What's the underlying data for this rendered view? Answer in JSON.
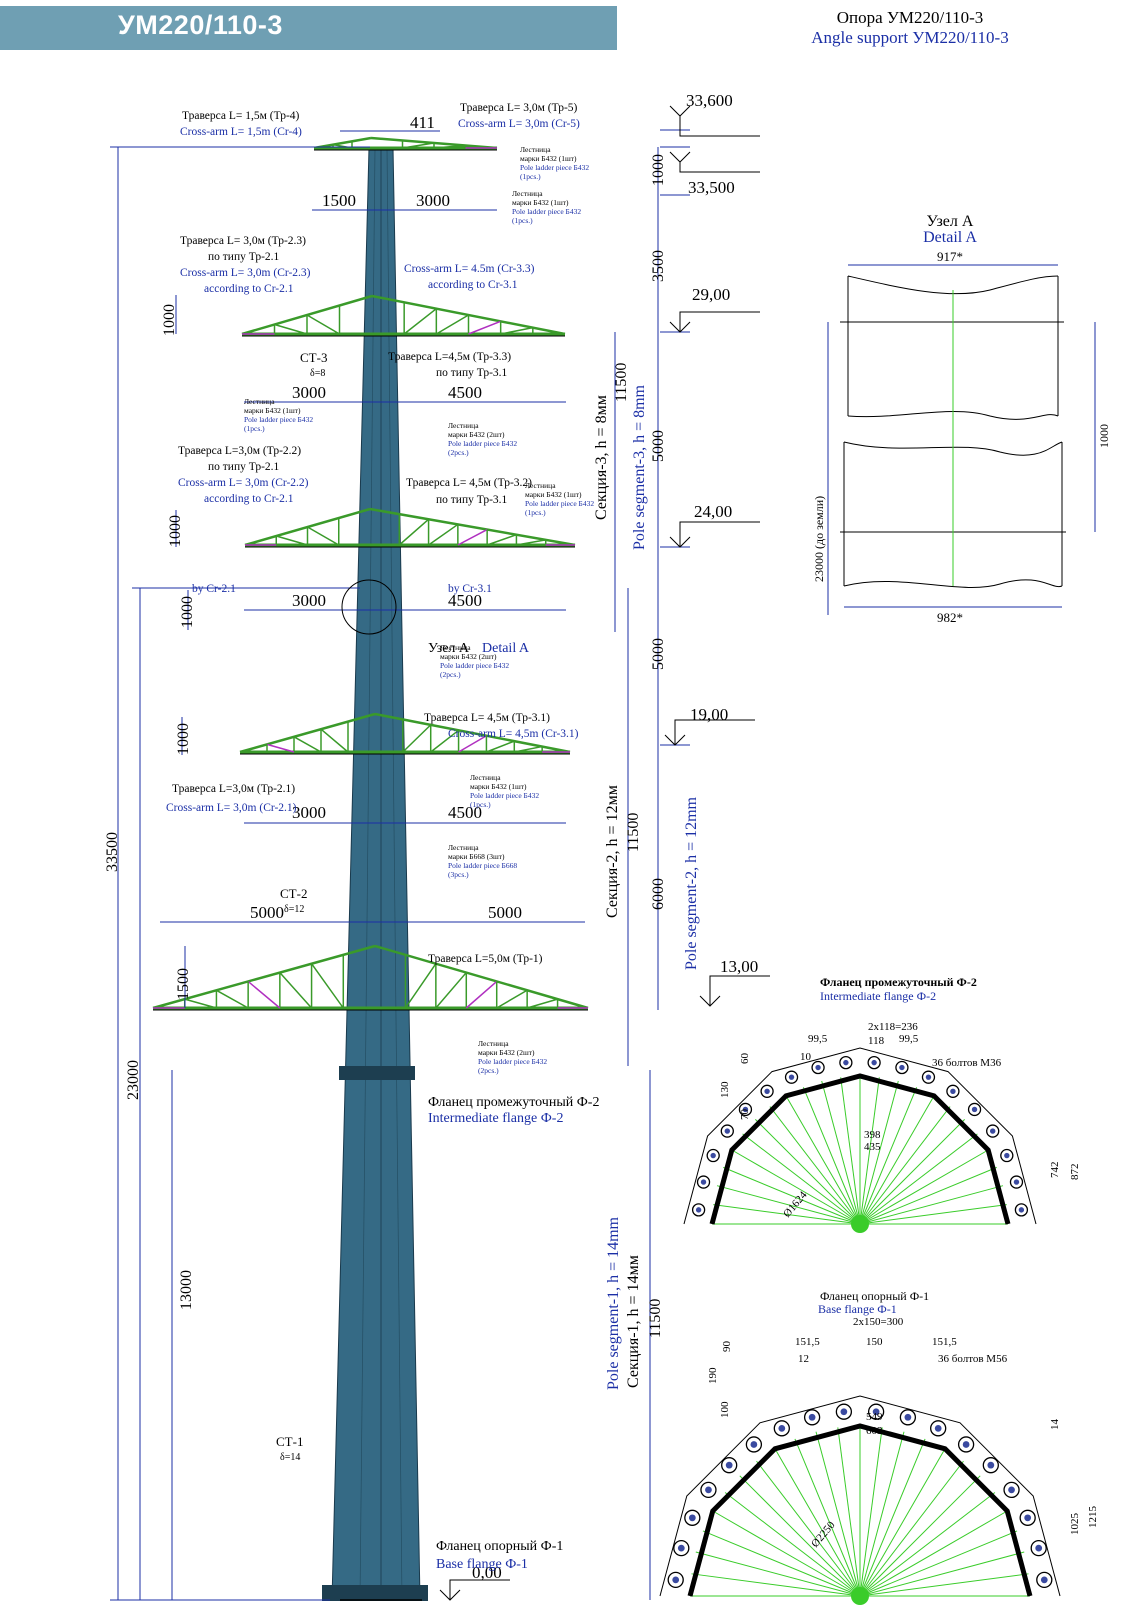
{
  "banner": {
    "title": "УМ220/110-3"
  },
  "header": {
    "ru": "Опора УМ220/110-3",
    "en": "Angle support УМ220/110-3"
  },
  "levels": {
    "l33600": "33,600",
    "l33500": "33,500",
    "l29": "29,00",
    "l24": "24,00",
    "l19": "19,00",
    "l13": "13,00",
    "l0": "0,00"
  },
  "dims": {
    "d411": "411",
    "d1500": "1500",
    "d3000": "3000",
    "d4500": "4500",
    "d5000": "5000",
    "d1000": "1000",
    "d3500": "3500",
    "d6000": "6000",
    "d11500": "11500",
    "d13000": "13000",
    "d23000": "23000",
    "d33500": "33500"
  },
  "crossarms": {
    "tr4_ru": "Траверса  L= 1,5м (Тр-4)",
    "tr4_en": "Cross-arm  L= 1,5m (Cr-4)",
    "tr5_ru": "Траверса  L= 3,0м (Тр-5)",
    "tr5_en": "Cross-arm  L= 3,0m (Cr-5)",
    "tr23_ru": "Траверса  L= 3,0м (Тр-2.3)",
    "tr23_ru2": "по типу Тр-2.1",
    "tr23_en": "Cross-arm  L= 3,0m (Cr-2.3)",
    "tr23_en2": "according to Cr-2.1",
    "tr33_en": "Cross-arm  L= 4.5m (Cr-3.3)",
    "tr33_en2": "according to Cr-3.1",
    "tr33_ru": "Траверса  L=4,5м (Тр-3.3)",
    "tr33_ru2": "по типу Тр-3.1",
    "tr22_ru": "Траверса  L=3,0м (Тр-2.2)",
    "tr22_ru2": "по типу Тр-2.1",
    "tr22_en": "Cross-arm  L= 3,0m (Cr-2.2)",
    "tr22_en2": "according to Cr-2.1",
    "tr32_ru": "Траверса  L= 4,5м (Тр-3.2)",
    "tr32_ru2": "по типу Тр-3.1",
    "by21": "by Cr-2.1",
    "by31": "by Cr-3.1",
    "tr31_ru": "Траверса  L= 4,5м (Тр-3.1)",
    "tr31_en": "Cross-arm  L= 4,5m (Cr-3.1)",
    "tr21_ru": "Траверса  L=3,0м (Тр-2.1)",
    "tr21_en": "Cross-arm  L= 3,0m (Cr-2.1)",
    "tr1_ru": "Траверса  L=5,0м (Тр-1)"
  },
  "ladders": {
    "l1": [
      "Лестница",
      "марки Б432 (1шт)",
      "Pole ladder piece Б432",
      "(1pcs.)"
    ],
    "l2": [
      "Лестница",
      "марки Б432 (2шт)",
      "Pole ladder piece Б432",
      "(2pcs.)"
    ],
    "l3": [
      "Лестница",
      "марки Б668 (3шт)",
      "Pole ladder piece Б668",
      "(3pcs.)"
    ]
  },
  "sections": {
    "s3_ru": "Секция-3, h = 8мм",
    "s3_en": "Pole segment-3, h = 8mm",
    "s2_ru": "Секция-2, h = 12мм",
    "s2_en": "Pole segment-2, h = 12mm",
    "s1_ru": "Секция-1, h = 14мм",
    "s1_en": "Pole segment-1, h = 14mm",
    "ct3": "СТ-3",
    "ct3d": "δ=8",
    "ct2": "СТ-2",
    "ct2d": "δ=12",
    "ct1": "СТ-1",
    "ct1d": "δ=14"
  },
  "flanges": {
    "f2_ru": "Фланец промежуточный Ф-2",
    "f2_en": "Intermediate flange Ф-2",
    "f1_ru": "Фланец опорный Ф-1",
    "f1_en": "Base flange Ф-1",
    "knot_ru": "Узел А",
    "knot_en": "Detail A"
  },
  "detailA": {
    "title_ru": "Узел А",
    "title_en": "Detail A",
    "top": "917*",
    "bottom": "982*",
    "height": "1000",
    "ground": "23000 (до земли)"
  },
  "flange2": {
    "title_ru": "Фланец промежуточный Ф-2",
    "title_en": "Intermediate flange Ф-2",
    "pitch": "2x118=236",
    "d118": "118",
    "d995a": "99,5",
    "d995b": "99,5",
    "d10": "10",
    "bolts": "36 болтов М36",
    "d60": "60",
    "d130": "130",
    "d70": "70",
    "d398": "398",
    "d435": "435",
    "dia": "Ø1624",
    "d742": "742",
    "d872": "872"
  },
  "flange1": {
    "title_ru": "Фланец опорный Ф-1",
    "title_en": "Base flange Ф-1",
    "pitch": "2x150=300",
    "d150": "150",
    "d1515a": "151,5",
    "d1515b": "151,5",
    "d12": "12",
    "bolts": "36 болтов М56",
    "d90": "90",
    "d190": "190",
    "d100": "100",
    "d549": "549",
    "d603": "603",
    "dia": "Ø2250",
    "d14": "14",
    "d1025": "1025",
    "d1215": "1215"
  },
  "colors": {
    "pole": "#356a85",
    "truss": "#3a9a2a",
    "dim": "#1b2fa6",
    "banner": "#6f9fb3",
    "accent": "#b030c0"
  }
}
